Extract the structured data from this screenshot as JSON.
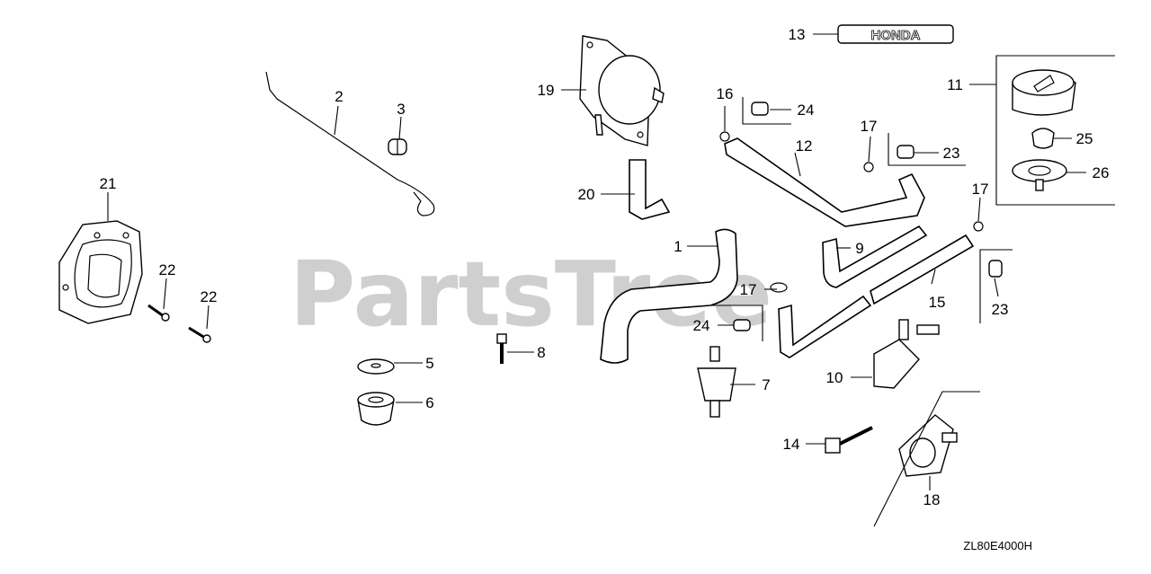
{
  "watermark": "PartsTree",
  "diagram_code": "ZL80E4000H",
  "emblem_text": "HONDA",
  "colors": {
    "line": "#000000",
    "watermark": "#cfcfcf",
    "background": "#ffffff"
  },
  "callouts": {
    "c1": "1",
    "c2": "2",
    "c3": "3",
    "c5": "5",
    "c6": "6",
    "c7": "7",
    "c8": "8",
    "c9": "9",
    "c10": "10",
    "c11": "11",
    "c12": "12",
    "c13": "13",
    "c14": "14",
    "c15": "15",
    "c16": "16",
    "c17a": "17",
    "c17b": "17",
    "c17c": "17",
    "c18": "18",
    "c19": "19",
    "c20": "20",
    "c21": "21",
    "c22a": "22",
    "c22b": "22",
    "c23a": "23",
    "c23b": "23",
    "c24a": "24",
    "c24b": "24",
    "c25": "25",
    "c26": "26"
  }
}
